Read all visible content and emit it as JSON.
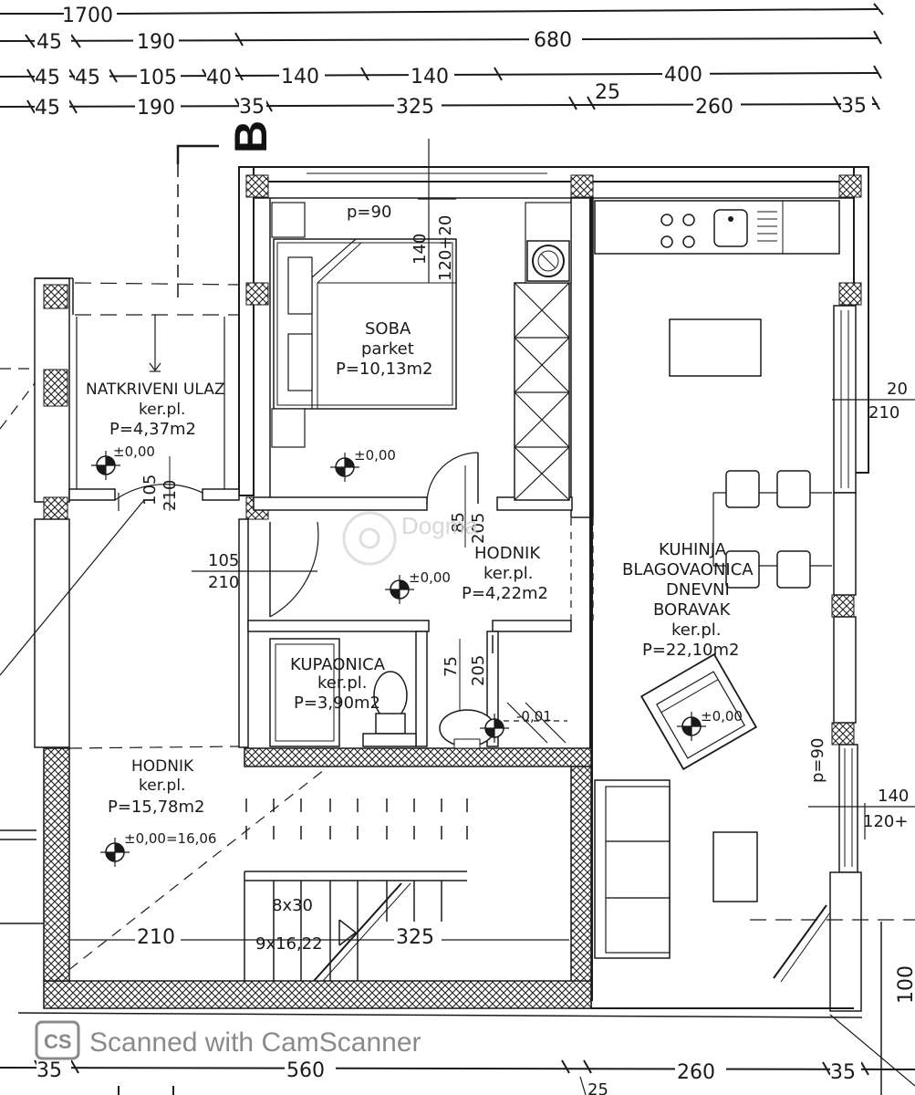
{
  "dimensions": {
    "row1": [
      "1700"
    ],
    "row2": [
      "45",
      "190",
      "680"
    ],
    "row3": [
      "45",
      "45",
      "105",
      "40",
      "140",
      "140",
      "400"
    ],
    "row4": [
      "45",
      "190",
      "35",
      "325",
      "25",
      "260",
      "35"
    ],
    "bottom": [
      "35",
      "560",
      "260",
      "35"
    ],
    "bottom_partial": [
      "25"
    ],
    "right_edge": [
      "20",
      "210",
      "140",
      "120+",
      "100"
    ],
    "interior": {
      "bedroom_window_top": "p=90",
      "bedroom_window_v1": "140",
      "bedroom_window_v2": "120+20",
      "entrance_door_w": "105",
      "entrance_door_h": "210",
      "bed_door_w": "85",
      "bed_door_h": "205",
      "hall_door_w": "105",
      "hall_door_h": "210",
      "bath_door_w": "75",
      "bath_door_h": "205",
      "living_window": "p=90",
      "stairs_steps": "8x30",
      "stairs_rise": "9x16,22",
      "dim_210": "210",
      "dim_325": "325"
    }
  },
  "section_marker": "B",
  "rooms": [
    {
      "name": "NATKRIVENI ULAZ",
      "floor": "ker.pl.",
      "area": "P=4,37m2",
      "level": "±0,00"
    },
    {
      "name": "SOBA",
      "floor": "parket",
      "area": "P=10,13m2",
      "level": "±0,00"
    },
    {
      "name": "HODNIK",
      "floor": "ker.pl.",
      "area": "P=4,22m2",
      "level": "±0,00"
    },
    {
      "name": "KUPAONICA",
      "floor": "ker.pl.",
      "area": "P=3,90m2",
      "level": "-0,01"
    },
    {
      "name": "HODNIK",
      "floor": "ker.pl.",
      "area": "P=15,78m2",
      "level": "±0,00=16,06"
    },
    {
      "name_lines": [
        "KUHINJA",
        "BLAGOVAONICA",
        "DNEVNI",
        "BORAVAK"
      ],
      "floor": "ker.pl.",
      "area": "P=22,10m2",
      "level": "±0,00"
    }
  ],
  "watermark": {
    "badge": "CS",
    "text": "Scanned with CamScanner"
  },
  "ghost_logo": "Dogma"
}
